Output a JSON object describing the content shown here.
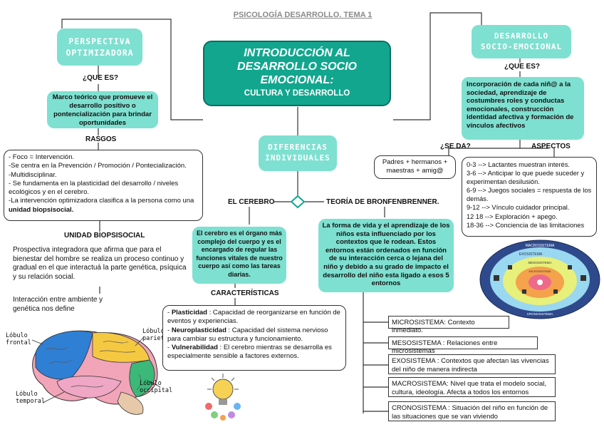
{
  "header": {
    "title": "PSICOLOGÍA DESARROLLO. TEMA 1"
  },
  "central": {
    "title_lines": [
      "INTRODUCCIÓN AL",
      "DESARROLLO SOCIO",
      "EMOCIONAL:"
    ],
    "subtitle": "CULTURA Y DESARROLLO"
  },
  "left": {
    "heading_lines": [
      "PERSPECTIVA",
      "OPTIMIZADORA"
    ],
    "que_es_label": "¿QUE ES?",
    "definition": "Marco teórico que promueve el desarrollo positivo o pontencialización para brindar oportunidades",
    "rasgos_label": "RASGOS",
    "rasgos": [
      "- Foco = Intervención.",
      "-Se centra en la Prevención / Promoción / Pontecialización.",
      "-Multidisciplinar.",
      "- Se fundamenta en la plasticidad del desarrollo / niveles ecológicos y en el cerebro."
    ],
    "rasgo_last_prefix": "-La intervención optimizadora clasifica a la persona como una ",
    "rasgo_last_bold": "unidad biopsisocial.",
    "unidad_label": "UNIDAD BIOPSISOCIAL",
    "unidad_text": "Prospectiva integradora que afirma que para el bienestar del hombre se realiza un proceso continuo y gradual en el que interactuá la parte genética, psíquica y su relación social.",
    "interaccion_text": "Interacción entre ambiente y genética nos define",
    "brain_labels": {
      "frontal": [
        "Lóbulo",
        "frontal"
      ],
      "parietal": [
        "Lóbulo",
        "parietal"
      ],
      "occipital": [
        "Lóbulo",
        "occipital"
      ],
      "temporal": [
        "Lóbulo",
        "temporal"
      ]
    }
  },
  "middle": {
    "heading_lines": [
      "DIFERENCIAS",
      "INDIVIDUALES"
    ],
    "cerebro_label": "EL CEREBRO",
    "teoria_label": "TEORÍA  DE BRONFENBRENNER.",
    "cerebro_text": "El cerebro es el órgano más complejo del cuerpo y es el encargado de regular las funciones vitales de nuestro cuerpo así como las tareas diarias.",
    "caracteristicas_label": "CARACTERÍSTICAS",
    "caracteristicas": [
      {
        "term": "Plasticidad",
        "text": " : Capacidad de reorganizarse en función de eventos y experiencias."
      },
      {
        "term": "Neuroplasticidad",
        "text": " : Capacidad del sistema nervioso para cambiar su estructura y funcionamiento."
      },
      {
        "term": "Vulnerabilidad",
        "text": " : El cerebro mientras se desarrolla es especialmente sensible a factores externos."
      }
    ],
    "bronf_text": "La forma de vida y el aprendizaje de los niños esta influenciado por los contextos que le rodean.  Estos entornos están ordenados en función de su interacción cerca o lejana del niño y debido a su grado de impacto el desarrollo del niño esta ligado a esos 5 entornos",
    "sistemas": [
      "MICROSISTEMA: Contexto inmediato.",
      "MESOSISTEMA : Relaciones entre microsistemas",
      "EXOSISTEMA : Contextos que afectan las vivencias del niño de manera indirecta",
      "MACROSISTEMA: Nivel que trata el modelo social, cultura, ideología. Afecta a todos los entornos",
      "CRONOSISTEMA : Situación del niño en función de las situaciones que se van viviendo"
    ]
  },
  "right": {
    "heading_lines": [
      "DESARROLLO",
      "SOCIO-EMOCIONAL"
    ],
    "que_es_label": "¿QUE ES?",
    "definition": "Incorporación de cada niñ@ a la sociedad, aprendizaje de costumbres roles y conductas emocionales, construcción identidad afectiva y formación de vínculos afectivos",
    "se_da_label": "¿SE DA?",
    "se_da_text": "Padres + hermanos + maestras + amig@",
    "aspectos_label": "ASPECTOS",
    "aspectos": [
      "0-3 --> Lactantes muestran interés.",
      "3-6 --> Anticipar lo que puede suceder y experimentan desilusión.",
      "6-9 --> Juegos sociales = respuesta de los demás.",
      "9-12 --> Vínculo cuidador principal.",
      "12 18 --> Exploración + apego.",
      "18-36 --> Conciencia de las limitaciones"
    ],
    "eco_labels": {
      "outer": "MACROSISTEMA",
      "exo": "EXOSISTEMA",
      "meso": "MESOSISTEMA",
      "micro": "MICROSISTEMA",
      "chrono": "CRONOSISTEMA"
    }
  },
  "colors": {
    "teal": "#7ee0d0",
    "dark_teal": "#12a68f",
    "title_gray": "#8a8a8a"
  }
}
